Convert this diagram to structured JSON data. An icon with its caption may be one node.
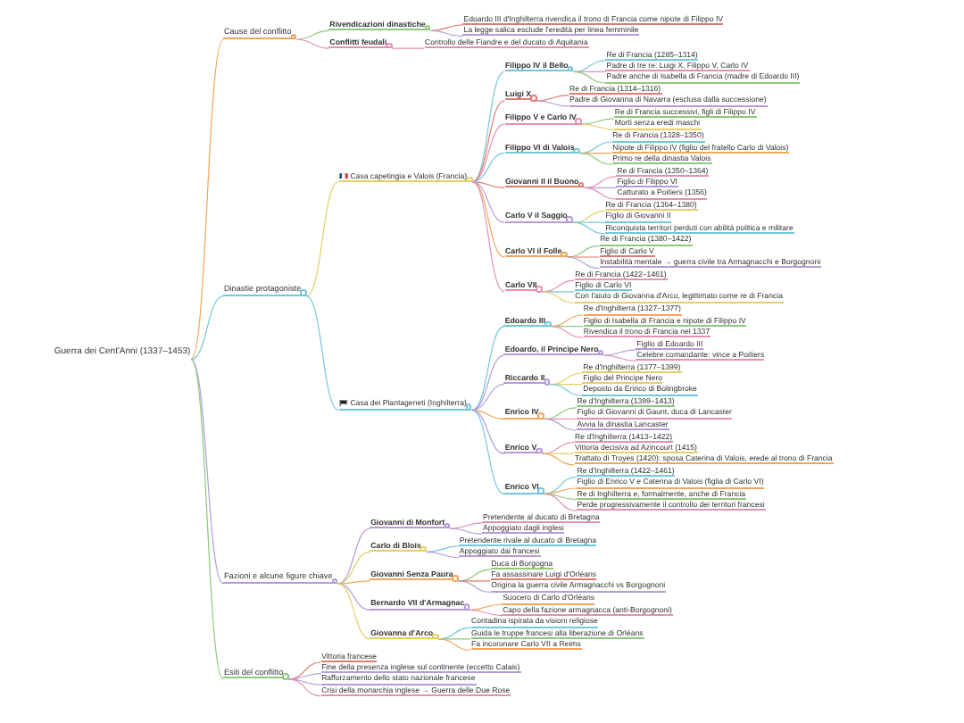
{
  "diagram": {
    "nodes": [
      {
        "text": [
          "Guerra dei Cent'Anni (1337–1453)"
        ]
      },
      {
        "text": [
          "Cause del conflitto"
        ]
      },
      {
        "text": [
          "Rivendicazioni dinastiche"
        ]
      },
      {
        "text": [
          "Edoardo III d'Inghilterra rivendica il trono di Francia come nipote di Filippo IV"
        ]
      },
      {
        "text": [
          "La legge salica esclude l'eredità per linea femminile"
        ]
      },
      {
        "text": [
          "Conflitti feudali"
        ]
      },
      {
        "text": [
          "Controllo delle Fiandre e del ducato di Aquitania"
        ]
      },
      {
        "text": [
          "Dinastie protagoniste"
        ]
      },
      {
        "text": [
          "Casa capetingia e Valois (Francia)"
        ]
      },
      {
        "text": [
          "Filippo IV il Bello"
        ]
      },
      {
        "text": [
          "Re di Francia (1285–1314)"
        ]
      },
      {
        "text": [
          "Padre di tre re: Luigi X, Filippo V, Carlo IV"
        ]
      },
      {
        "text": [
          "Padre anche di Isabella di Francia (madre di Edoardo III)"
        ]
      },
      {
        "text": [
          "Luigi X"
        ]
      },
      {
        "text": [
          "Re di Francia (1314–1316)"
        ]
      },
      {
        "text": [
          "Padre di Giovanna di Navarra (esclusa dalla successione)"
        ]
      },
      {
        "text": [
          "Filippo V e Carlo IV"
        ]
      },
      {
        "text": [
          "Re di Francia successivi, figli di Filippo IV"
        ]
      },
      {
        "text": [
          "Morti senza eredi maschi"
        ]
      },
      {
        "text": [
          "Filippo VI di Valois"
        ]
      },
      {
        "text": [
          "Re di Francia (1328–1350)"
        ]
      },
      {
        "text": [
          "Nipote di Filippo IV (figlio del fratello Carlo di Valois)"
        ]
      },
      {
        "text": [
          "Primo re della dinastia Valois"
        ]
      },
      {
        "text": [
          "Giovanni II il Buono"
        ]
      },
      {
        "text": [
          "Re di Francia (1350–1364)"
        ]
      },
      {
        "text": [
          "Figlio di Filippo VI"
        ]
      },
      {
        "text": [
          "Catturato a Poitiers (1356)"
        ]
      },
      {
        "text": [
          "Carlo V il Saggio"
        ]
      },
      {
        "text": [
          "Re di Francia (1364–1380)"
        ]
      },
      {
        "text": [
          "Figlio di Giovanni II"
        ]
      },
      {
        "text": [
          "Riconquista territori perduti con abilità politica e militare"
        ]
      },
      {
        "text": [
          "Carlo VI il Folle"
        ]
      },
      {
        "text": [
          "Re di Francia (1380–1422)"
        ]
      },
      {
        "text": [
          "Figlio di Carlo V"
        ]
      },
      {
        "text": [
          "Instabilità mentale → guerra civile tra Armagnacchi e Borgognoni"
        ]
      },
      {
        "text": [
          "Carlo VII"
        ]
      },
      {
        "text": [
          "Re di Francia (1422–1461)"
        ]
      },
      {
        "text": [
          "Figlio di Carlo VI"
        ]
      },
      {
        "text": [
          "Con l'aiuto di Giovanna d'Arco, legittimato come re di Francia"
        ]
      },
      {
        "text": [
          "Casa dei Plantageneti (Inghilterra)"
        ]
      },
      {
        "text": [
          "Edoardo III"
        ]
      },
      {
        "text": [
          "Re d'Inghilterra (1327–1377)"
        ]
      },
      {
        "text": [
          "Figlio di Isabella di Francia e nipote di Filippo IV"
        ]
      },
      {
        "text": [
          "Rivendica il trono di Francia nel 1337"
        ]
      },
      {
        "text": [
          "Edoardo, il Principe Nero"
        ]
      },
      {
        "text": [
          "Figlio di Edoardo III"
        ]
      },
      {
        "text": [
          "Celebre comandante: vince a Poitiers"
        ]
      },
      {
        "text": [
          "Riccardo II"
        ]
      },
      {
        "text": [
          "Re d'Inghilterra (1377–1399)"
        ]
      },
      {
        "text": [
          "Figlio del Principe Nero"
        ]
      },
      {
        "text": [
          "Deposto da Enrico di Bolingbroke"
        ]
      },
      {
        "text": [
          "Enrico IV"
        ]
      },
      {
        "text": [
          "Re d'Inghilterra (1399–1413)"
        ]
      },
      {
        "text": [
          "Figlio di Giovanni di Gaunt, duca di Lancaster"
        ]
      },
      {
        "text": [
          "Avvia la dinastia Lancaster"
        ]
      },
      {
        "text": [
          "Enrico V"
        ]
      },
      {
        "text": [
          "Re d'Inghilterra (1413–1422)"
        ]
      },
      {
        "text": [
          "Vittoria decisiva ad Azincourt (1415)"
        ]
      },
      {
        "text": [
          "Trattato di Troyes (1420): sposa Caterina di Valois, erede al trono di Francia"
        ]
      },
      {
        "text": [
          "Enrico VI"
        ]
      },
      {
        "text": [
          "Re d'Inghilterra (1422–1461)"
        ]
      },
      {
        "text": [
          "Figlio di Enrico V e Caterina di Valois (figlia di Carlo VI)"
        ]
      },
      {
        "text": [
          "Re di Inghilterra e, formalmente, anche di Francia"
        ]
      },
      {
        "text": [
          "Perde progressivamente il controllo dei territori francesi"
        ]
      },
      {
        "text": [
          "Fazioni e alcune figure chiave"
        ]
      },
      {
        "text": [
          "Giovanni di Monfort"
        ]
      },
      {
        "text": [
          "Pretendente al ducato di Bretagna"
        ]
      },
      {
        "text": [
          "Appoggiato dagli inglesi"
        ]
      },
      {
        "text": [
          "Carlo di Blois"
        ]
      },
      {
        "text": [
          "Pretendente rivale al ducato di Bretagna"
        ]
      },
      {
        "text": [
          "Appoggiato dai francesi"
        ]
      },
      {
        "text": [
          "Giovanni Senza Paura"
        ]
      },
      {
        "text": [
          "Duca di Borgogna"
        ]
      },
      {
        "text": [
          "Fa assassinare Luigi d'Orléans"
        ]
      },
      {
        "text": [
          "Origina la guerra civile Armagnacchi vs Borgognoni"
        ]
      },
      {
        "text": [
          "Bernardo VII d'Armagnac"
        ]
      },
      {
        "text": [
          "Suocero di Carlo d'Orléans"
        ]
      },
      {
        "text": [
          "Capo della fazione armagnacca (anti-Borgognoni)"
        ]
      },
      {
        "text": [
          "Giovanna d'Arco"
        ]
      },
      {
        "text": [
          "Contadina ispirata da visioni religiose"
        ]
      },
      {
        "text": [
          "Guida le truppe francesi alla liberazione di Orléans"
        ]
      },
      {
        "text": [
          "Fa incoronare Carlo VII a Reims"
        ]
      },
      {
        "text": [
          "Esiti del conflitto"
        ]
      },
      {
        "text": [
          "Vittoria francese"
        ]
      },
      {
        "text": [
          "Fine della presenza inglese sul continente (eccetto Calais)"
        ]
      },
      {
        "text": [
          "Rafforzamento dello stato nazionale francese"
        ]
      },
      {
        "text": [
          "Crisi della monarchia inglese → Guerra delle Due Rose"
        ]
      }
    ],
    "edges": [
      {
        "from": 0,
        "to": 1,
        "arrow": "none",
        "color": "#f2a65a"
      },
      {
        "from": 0,
        "to": 7,
        "arrow": "none",
        "color": "#74c6dd"
      },
      {
        "from": 0,
        "to": 64,
        "arrow": "none",
        "color": "#b59bd9"
      },
      {
        "from": 0,
        "to": 82,
        "arrow": "none",
        "color": "#8cc97a"
      },
      {
        "from": 1,
        "to": 2,
        "arrow": "none",
        "color": "#8cc97a"
      },
      {
        "from": 1,
        "to": 5,
        "arrow": "none",
        "color": "#e58fb3"
      },
      {
        "from": 2,
        "to": 3,
        "arrow": "none",
        "color": "#e07a6f"
      },
      {
        "from": 2,
        "to": 4,
        "arrow": "none",
        "color": "#b59bd9"
      },
      {
        "from": 5,
        "to": 6,
        "arrow": "none",
        "color": "#e58fb3"
      },
      {
        "from": 7,
        "to": 8,
        "arrow": "none",
        "color": "#e3cf68"
      },
      {
        "from": 7,
        "to": 39,
        "arrow": "none",
        "color": "#74c6dd"
      },
      {
        "from": 8,
        "to": 9,
        "arrow": "none",
        "color": "#74c6dd"
      },
      {
        "from": 8,
        "to": 13,
        "arrow": "none",
        "color": "#e07a6f"
      },
      {
        "from": 8,
        "to": 16,
        "arrow": "none",
        "color": "#e58fb3"
      },
      {
        "from": 8,
        "to": 19,
        "arrow": "none",
        "color": "#74c6dd"
      },
      {
        "from": 8,
        "to": 23,
        "arrow": "none",
        "color": "#e07a6f"
      },
      {
        "from": 8,
        "to": 27,
        "arrow": "none",
        "color": "#b59bd9"
      },
      {
        "from": 8,
        "to": 31,
        "arrow": "none",
        "color": "#f2a65a"
      },
      {
        "from": 8,
        "to": 35,
        "arrow": "none",
        "color": "#e58fb3"
      },
      {
        "from": 9,
        "to": 10,
        "arrow": "none",
        "color": "#74c6dd"
      },
      {
        "from": 9,
        "to": 11,
        "arrow": "none",
        "color": "#e58fb3"
      },
      {
        "from": 9,
        "to": 12,
        "arrow": "none",
        "color": "#8cc97a"
      },
      {
        "from": 13,
        "to": 14,
        "arrow": "none",
        "color": "#e07a6f"
      },
      {
        "from": 13,
        "to": 15,
        "arrow": "none",
        "color": "#b59bd9"
      },
      {
        "from": 16,
        "to": 17,
        "arrow": "none",
        "color": "#8cc97a"
      },
      {
        "from": 16,
        "to": 18,
        "arrow": "none",
        "color": "#e3cf68"
      },
      {
        "from": 19,
        "to": 20,
        "arrow": "none",
        "color": "#74c6dd"
      },
      {
        "from": 19,
        "to": 21,
        "arrow": "none",
        "color": "#f2a65a"
      },
      {
        "from": 19,
        "to": 22,
        "arrow": "none",
        "color": "#8cc97a"
      },
      {
        "from": 23,
        "to": 24,
        "arrow": "none",
        "color": "#e58fb3"
      },
      {
        "from": 23,
        "to": 25,
        "arrow": "none",
        "color": "#b59bd9"
      },
      {
        "from": 23,
        "to": 26,
        "arrow": "none",
        "color": "#e58fb3"
      },
      {
        "from": 27,
        "to": 28,
        "arrow": "none",
        "color": "#e3cf68"
      },
      {
        "from": 27,
        "to": 29,
        "arrow": "none",
        "color": "#74c6dd"
      },
      {
        "from": 27,
        "to": 30,
        "arrow": "none",
        "color": "#74c6dd"
      },
      {
        "from": 31,
        "to": 32,
        "arrow": "none",
        "color": "#8cc97a"
      },
      {
        "from": 31,
        "to": 33,
        "arrow": "none",
        "color": "#e07a6f"
      },
      {
        "from": 31,
        "to": 34,
        "arrow": "none",
        "color": "#b59bd9"
      },
      {
        "from": 35,
        "to": 36,
        "arrow": "none",
        "color": "#e58fb3"
      },
      {
        "from": 35,
        "to": 37,
        "arrow": "none",
        "color": "#74c6dd"
      },
      {
        "from": 35,
        "to": 38,
        "arrow": "none",
        "color": "#e3cf68"
      },
      {
        "from": 39,
        "to": 40,
        "arrow": "none",
        "color": "#74c6dd"
      },
      {
        "from": 39,
        "to": 44,
        "arrow": "none",
        "color": "#b59bd9"
      },
      {
        "from": 39,
        "to": 47,
        "arrow": "none",
        "color": "#b59bd9"
      },
      {
        "from": 39,
        "to": 51,
        "arrow": "none",
        "color": "#f2a65a"
      },
      {
        "from": 39,
        "to": 55,
        "arrow": "none",
        "color": "#b59bd9"
      },
      {
        "from": 39,
        "to": 59,
        "arrow": "none",
        "color": "#74c6dd"
      },
      {
        "from": 40,
        "to": 41,
        "arrow": "none",
        "color": "#f2a65a"
      },
      {
        "from": 40,
        "to": 42,
        "arrow": "none",
        "color": "#8cc97a"
      },
      {
        "from": 40,
        "to": 43,
        "arrow": "none",
        "color": "#e58fb3"
      },
      {
        "from": 44,
        "to": 45,
        "arrow": "none",
        "color": "#b59bd9"
      },
      {
        "from": 44,
        "to": 46,
        "arrow": "none",
        "color": "#e58fb3"
      },
      {
        "from": 47,
        "to": 48,
        "arrow": "none",
        "color": "#e3cf68"
      },
      {
        "from": 47,
        "to": 49,
        "arrow": "none",
        "color": "#e3cf68"
      },
      {
        "from": 47,
        "to": 50,
        "arrow": "none",
        "color": "#74c6dd"
      },
      {
        "from": 51,
        "to": 52,
        "arrow": "none",
        "color": "#8cc97a"
      },
      {
        "from": 51,
        "to": 53,
        "arrow": "none",
        "color": "#e58fb3"
      },
      {
        "from": 51,
        "to": 54,
        "arrow": "none",
        "color": "#b59bd9"
      },
      {
        "from": 55,
        "to": 56,
        "arrow": "none",
        "color": "#e58fb3"
      },
      {
        "from": 55,
        "to": 57,
        "arrow": "none",
        "color": "#e3cf68"
      },
      {
        "from": 55,
        "to": 58,
        "arrow": "none",
        "color": "#f2a65a"
      },
      {
        "from": 59,
        "to": 60,
        "arrow": "none",
        "color": "#74c6dd"
      },
      {
        "from": 59,
        "to": 61,
        "arrow": "none",
        "color": "#f2a65a"
      },
      {
        "from": 59,
        "to": 62,
        "arrow": "none",
        "color": "#8cc97a"
      },
      {
        "from": 59,
        "to": 63,
        "arrow": "none",
        "color": "#e58fb3"
      },
      {
        "from": 64,
        "to": 65,
        "arrow": "none",
        "color": "#b59bd9"
      },
      {
        "from": 64,
        "to": 68,
        "arrow": "none",
        "color": "#e3cf68"
      },
      {
        "from": 64,
        "to": 71,
        "arrow": "none",
        "color": "#f2a65a"
      },
      {
        "from": 64,
        "to": 75,
        "arrow": "none",
        "color": "#b59bd9"
      },
      {
        "from": 64,
        "to": 78,
        "arrow": "none",
        "color": "#e3cf68"
      },
      {
        "from": 65,
        "to": 66,
        "arrow": "none",
        "color": "#e58fb3"
      },
      {
        "from": 65,
        "to": 67,
        "arrow": "none",
        "color": "#b59bd9"
      },
      {
        "from": 68,
        "to": 69,
        "arrow": "none",
        "color": "#74c6dd"
      },
      {
        "from": 68,
        "to": 70,
        "arrow": "none",
        "color": "#b59bd9"
      },
      {
        "from": 71,
        "to": 72,
        "arrow": "none",
        "color": "#8cc97a"
      },
      {
        "from": 71,
        "to": 73,
        "arrow": "none",
        "color": "#e07a6f"
      },
      {
        "from": 71,
        "to": 74,
        "arrow": "none",
        "color": "#b59bd9"
      },
      {
        "from": 75,
        "to": 76,
        "arrow": "none",
        "color": "#f2a65a"
      },
      {
        "from": 75,
        "to": 77,
        "arrow": "none",
        "color": "#e58fb3"
      },
      {
        "from": 78,
        "to": 79,
        "arrow": "none",
        "color": "#74c6dd"
      },
      {
        "from": 78,
        "to": 80,
        "arrow": "none",
        "color": "#8cc97a"
      },
      {
        "from": 78,
        "to": 81,
        "arrow": "none",
        "color": "#f2a65a"
      },
      {
        "from": 82,
        "to": 83,
        "arrow": "none",
        "color": "#e07a6f"
      },
      {
        "from": 82,
        "to": 84,
        "arrow": "none",
        "color": "#b59bd9"
      },
      {
        "from": 82,
        "to": 85,
        "arrow": "none",
        "color": "#b59bd9"
      },
      {
        "from": 82,
        "to": 86,
        "arrow": "none",
        "color": "#e58fb3"
      }
    ]
  }
}
